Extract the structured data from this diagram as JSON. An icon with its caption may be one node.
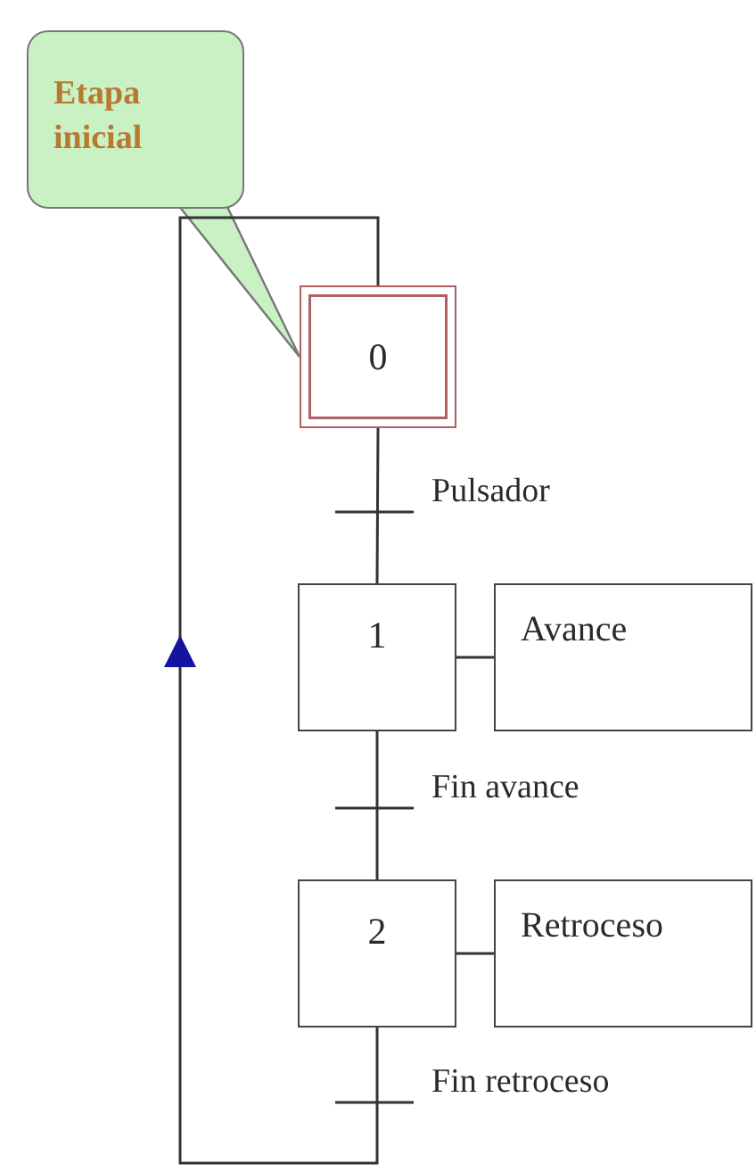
{
  "diagram": {
    "nodes": [
      {
        "text": [
          "Etapa inicial"
        ]
      },
      {
        "text": [
          "0"
        ]
      },
      {
        "text": [
          "1"
        ]
      },
      {
        "text": [
          "Avance"
        ]
      },
      {
        "text": [
          "2"
        ]
      },
      {
        "text": [
          "Retroceso"
        ]
      }
    ],
    "edges": [
      {
        "from": 0,
        "to": 1,
        "arrow": "none"
      },
      {
        "from": 1,
        "to": 2,
        "arrow": "none",
        "label": "Pulsador"
      },
      {
        "from": 2,
        "to": 3,
        "arrow": "none"
      },
      {
        "from": 2,
        "to": 4,
        "arrow": "none",
        "label": "Fin avance"
      },
      {
        "from": 4,
        "to": 5,
        "arrow": "none"
      },
      {
        "from": 4,
        "to": 1,
        "arrow": "to",
        "label": "Fin retroceso"
      }
    ]
  }
}
